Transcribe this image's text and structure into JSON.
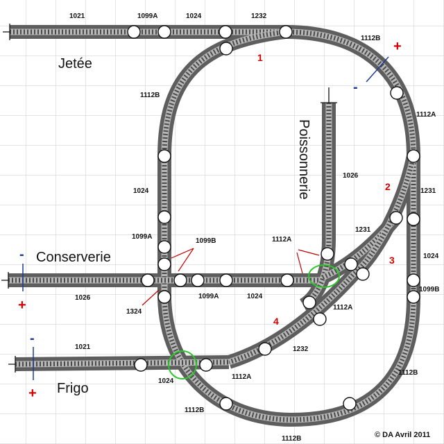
{
  "stations": {
    "jetee": "Jetée",
    "conserverie": "Conserverie",
    "frigo": "Frigo",
    "poissonnerie": "Poissonnerie"
  },
  "track_labels": {
    "t1021_top": "1021",
    "t1099a_top": "1099A",
    "t1024_top": "1024",
    "t1232_top": "1232",
    "t1112b_ne": "1112B",
    "t1112a_right": "1112A",
    "t1231_right": "1231",
    "t1024_right": "1024",
    "t1099b_right": "1099B",
    "t1112b_right": "1112B",
    "t1112b_bottom": "1112B",
    "t1112b_bl": "1112B",
    "t1112a_bottom": "1112A",
    "t1232_bottom": "1232",
    "t1112a_mid": "1112A",
    "t1231_mid": "1231",
    "t1026_poiss": "1026",
    "t1112a_arrow": "1112A",
    "t1024_mid": "1024",
    "t1099a_mid": "1099A",
    "t1099b_mid": "1099B",
    "t1324": "1324",
    "t1026_cons": "1026",
    "t1099a_left": "1099A",
    "t1024_left": "1024",
    "t1112b_left": "1112B",
    "t1021_frigo": "1021",
    "t1024_frigo": "1024"
  },
  "section_numbers": {
    "s1": "1",
    "s2": "2",
    "s3": "3",
    "s4": "4"
  },
  "polarity": {
    "plus": "+",
    "minus": "-"
  },
  "copyright": "© DA Avril 2011",
  "colors": {
    "rail": "#5e5e5e",
    "grid": "#c9c9c9",
    "section_number": "#d40000",
    "plus": "#d40000",
    "minus": "#1f3a93",
    "switch_marker": "#2cc52c"
  }
}
